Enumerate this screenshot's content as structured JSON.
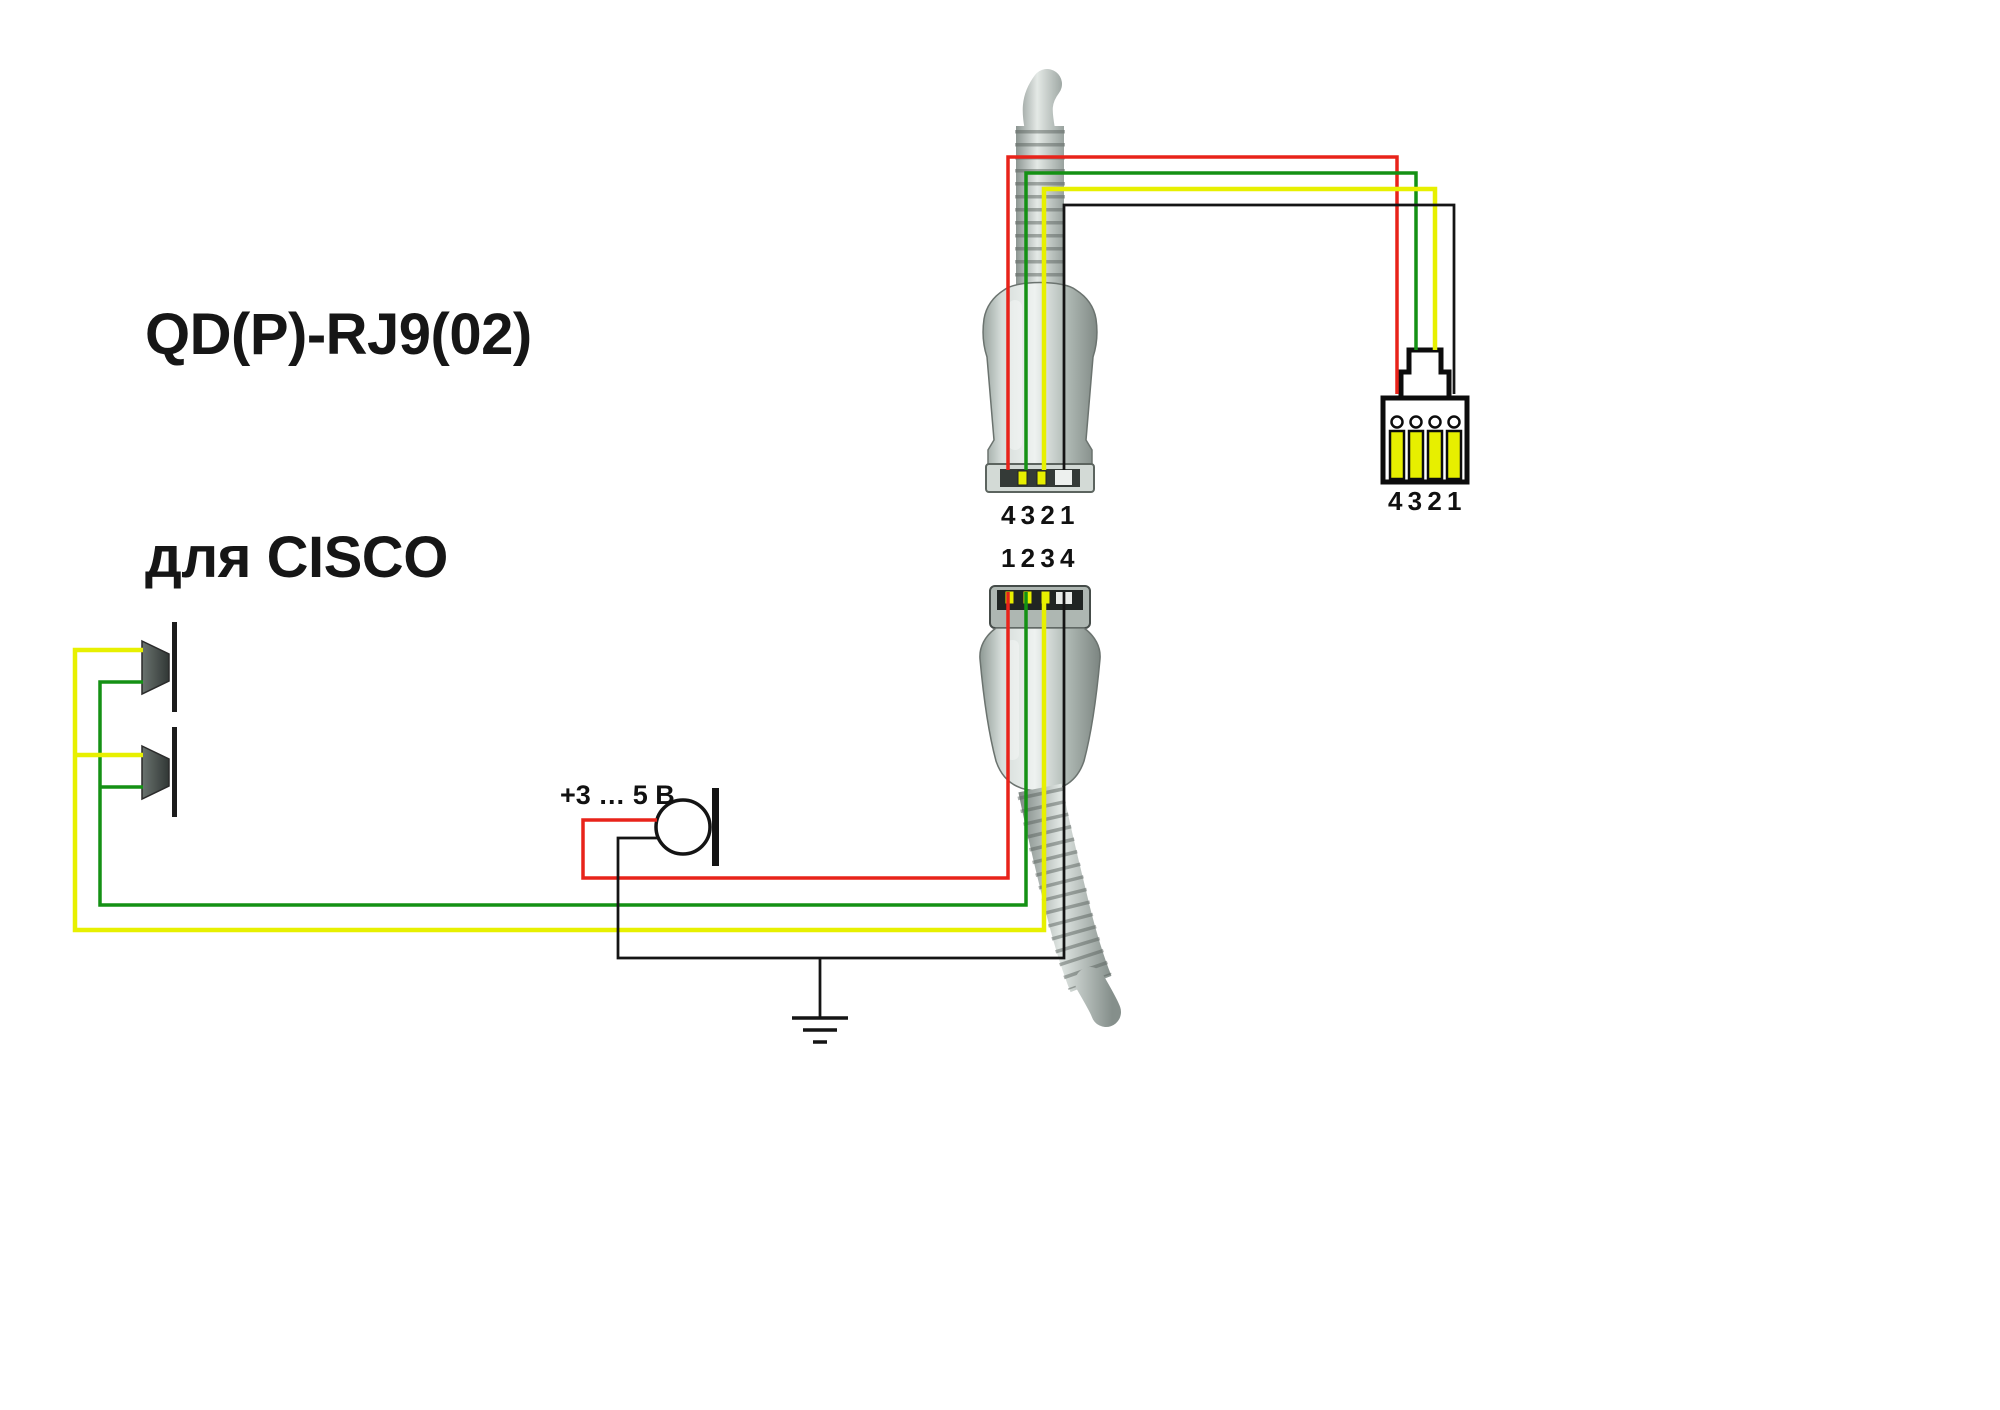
{
  "title": {
    "line1": "QD(P)-RJ9(02)",
    "line2": "для CISCO"
  },
  "labels": {
    "qd_top_pins": "4 3 2 1",
    "qd_bottom_pins": "1 2 3 4",
    "rj9_pins": "4 3 2 1",
    "mic_voltage": "+3 … 5 В"
  },
  "colors": {
    "wire_red": "#e8231a",
    "wire_green": "#149114",
    "wire_yellow": "#e7f000",
    "wire_black": "#141414",
    "contact_yellow": "#e7ef00",
    "connector_gray": "#b9c2be"
  },
  "icons": {
    "speaker": "speaker-icon",
    "microphone": "microphone-icon",
    "ground": "ground-icon",
    "qd_connector": "qd-connector",
    "rj9_connector": "rj9-connector"
  }
}
